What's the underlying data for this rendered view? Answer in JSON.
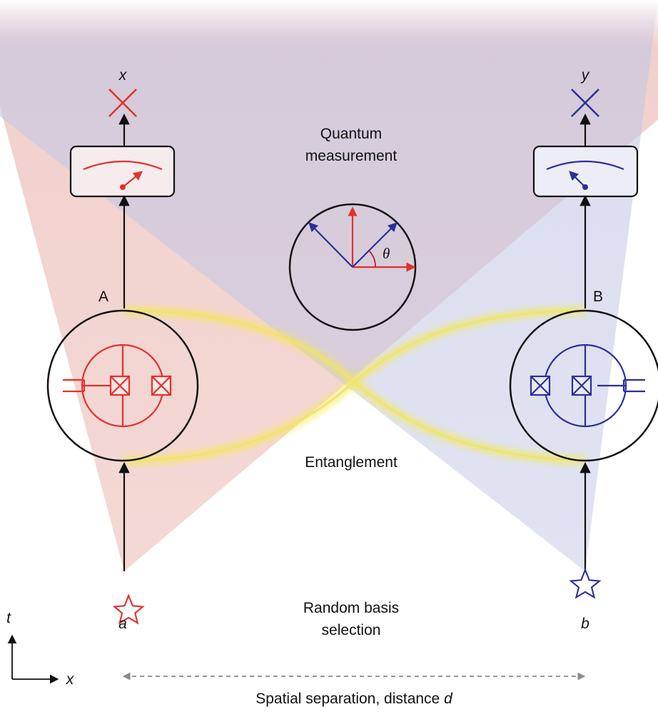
{
  "labels": {
    "quantum_measurement_line1": "Quantum",
    "quantum_measurement_line2": "measurement",
    "entanglement": "Entanglement",
    "random_basis_line1": "Random basis",
    "random_basis_line2": "selection",
    "spatial_separation_prefix": "Spatial separation, distance ",
    "spatial_separation_var": "d",
    "angle": "θ"
  },
  "party_a": {
    "name": "A",
    "input": "a",
    "output": "x",
    "color": "#e2312b"
  },
  "party_b": {
    "name": "B",
    "input": "b",
    "output": "y",
    "color": "#2b2f9c"
  },
  "axes": {
    "time": "t",
    "space": "x"
  },
  "colors": {
    "cone_red": "#e9b2ab",
    "cone_blue": "#c8cbe6",
    "entanglement_glow": "#f3e64a",
    "arrow": "#111111",
    "dashed_arrow": "#888888"
  },
  "icons": {
    "input_star": "star-icon",
    "output_cross": "cross-icon",
    "meter": "meter-icon",
    "qubit": "superconducting-qubit-icon"
  }
}
